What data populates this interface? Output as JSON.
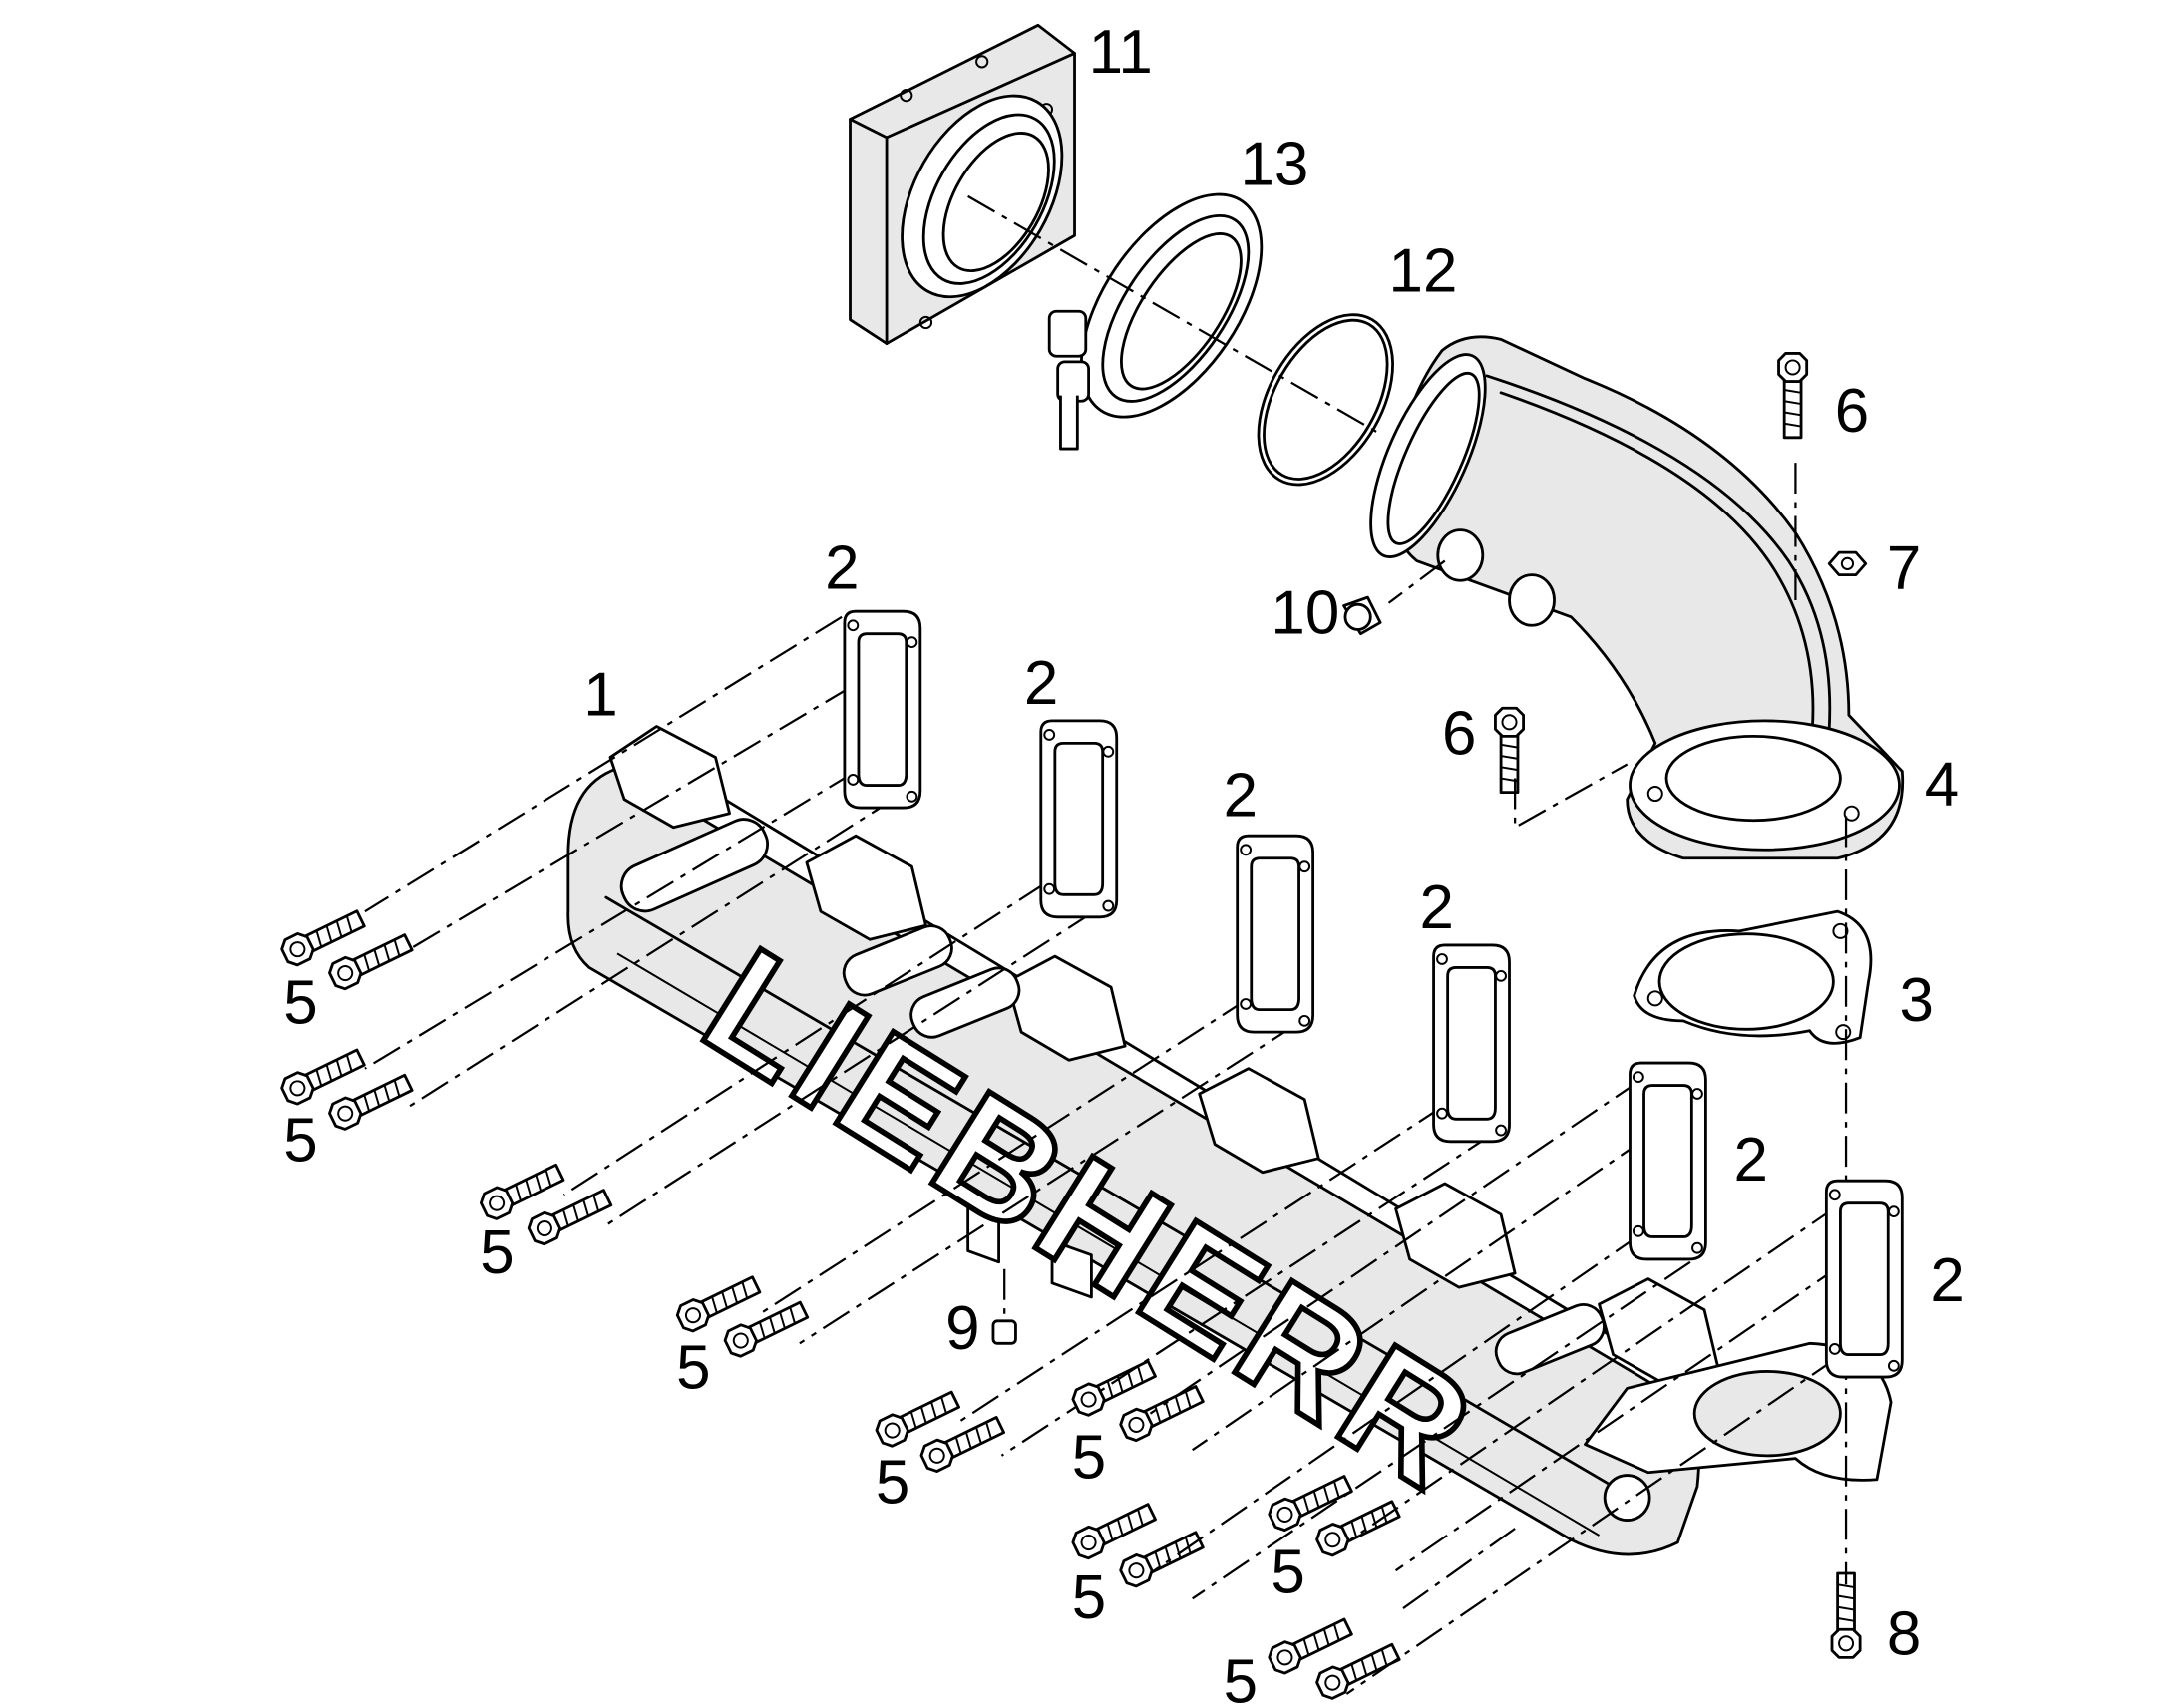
{
  "brand_text": "LIEBHERR",
  "callouts": {
    "c11": "11",
    "c13": "13",
    "c12": "12",
    "c6a": "6",
    "c7": "7",
    "c10": "10",
    "c6b": "6",
    "c4": "4",
    "c3": "3",
    "c2a": "2",
    "c1": "1",
    "c2b": "2",
    "c2c": "2",
    "c2d": "2",
    "c2e": "2",
    "c2f": "2",
    "c5a": "5",
    "c5b": "5",
    "c5c": "5",
    "c5d": "5",
    "c9": "9",
    "c5e": "5",
    "c5f": "5",
    "c5g": "5",
    "c5h": "5",
    "c5i": "5",
    "c8": "8"
  },
  "icons": [
    "flange-plate",
    "v-band-clamp",
    "o-ring",
    "elbow-pipe",
    "gasket",
    "manifold",
    "bolt",
    "nut",
    "plug"
  ]
}
